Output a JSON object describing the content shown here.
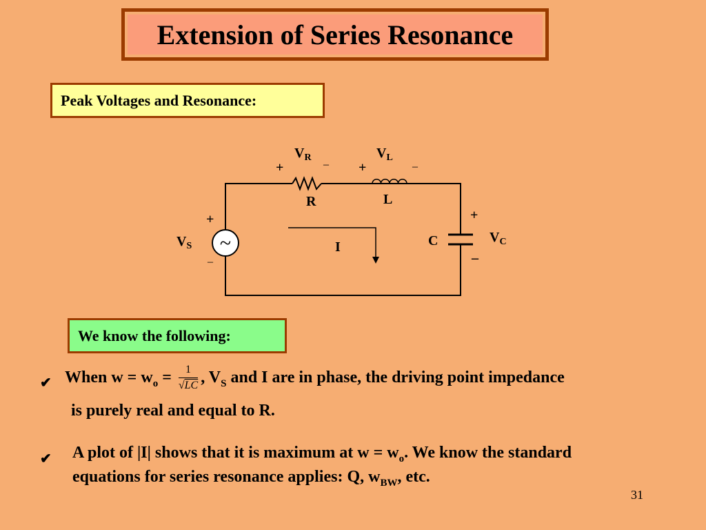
{
  "title": "Extension of Series Resonance",
  "section1": "Peak Voltages and Resonance:",
  "section2": "We know the following:",
  "circuit": {
    "vr_main": "V",
    "vr_sub": "R",
    "vl_main": "V",
    "vl_sub": "L",
    "vc_main": "V",
    "vc_sub": "C",
    "vs_main": "V",
    "vs_sub": "S",
    "r_label": "R",
    "l_label": "L",
    "c_label": "C",
    "i_label": "I",
    "plus": "+",
    "minus": "–",
    "source_symbol": "~"
  },
  "bullet1": {
    "part1": "When w = w",
    "sub_o": "o",
    "part2": " = ",
    "frac_num": "1",
    "frac_den": "LC",
    "part3": ", V",
    "sub_s": "S",
    "part4": " and I are in phase, the driving point impedance",
    "line2": "is purely real and equal to R."
  },
  "bullet2": {
    "part1": "A plot of |I| shows that it is maximum at w = w",
    "sub_o": "o",
    "part2": ".  We know the standard",
    "line2a": "equations for series resonance applies: Q, w",
    "sub_bw": "BW",
    "line2b": ", etc."
  },
  "check_symbol": "✔",
  "slide_number": "31"
}
